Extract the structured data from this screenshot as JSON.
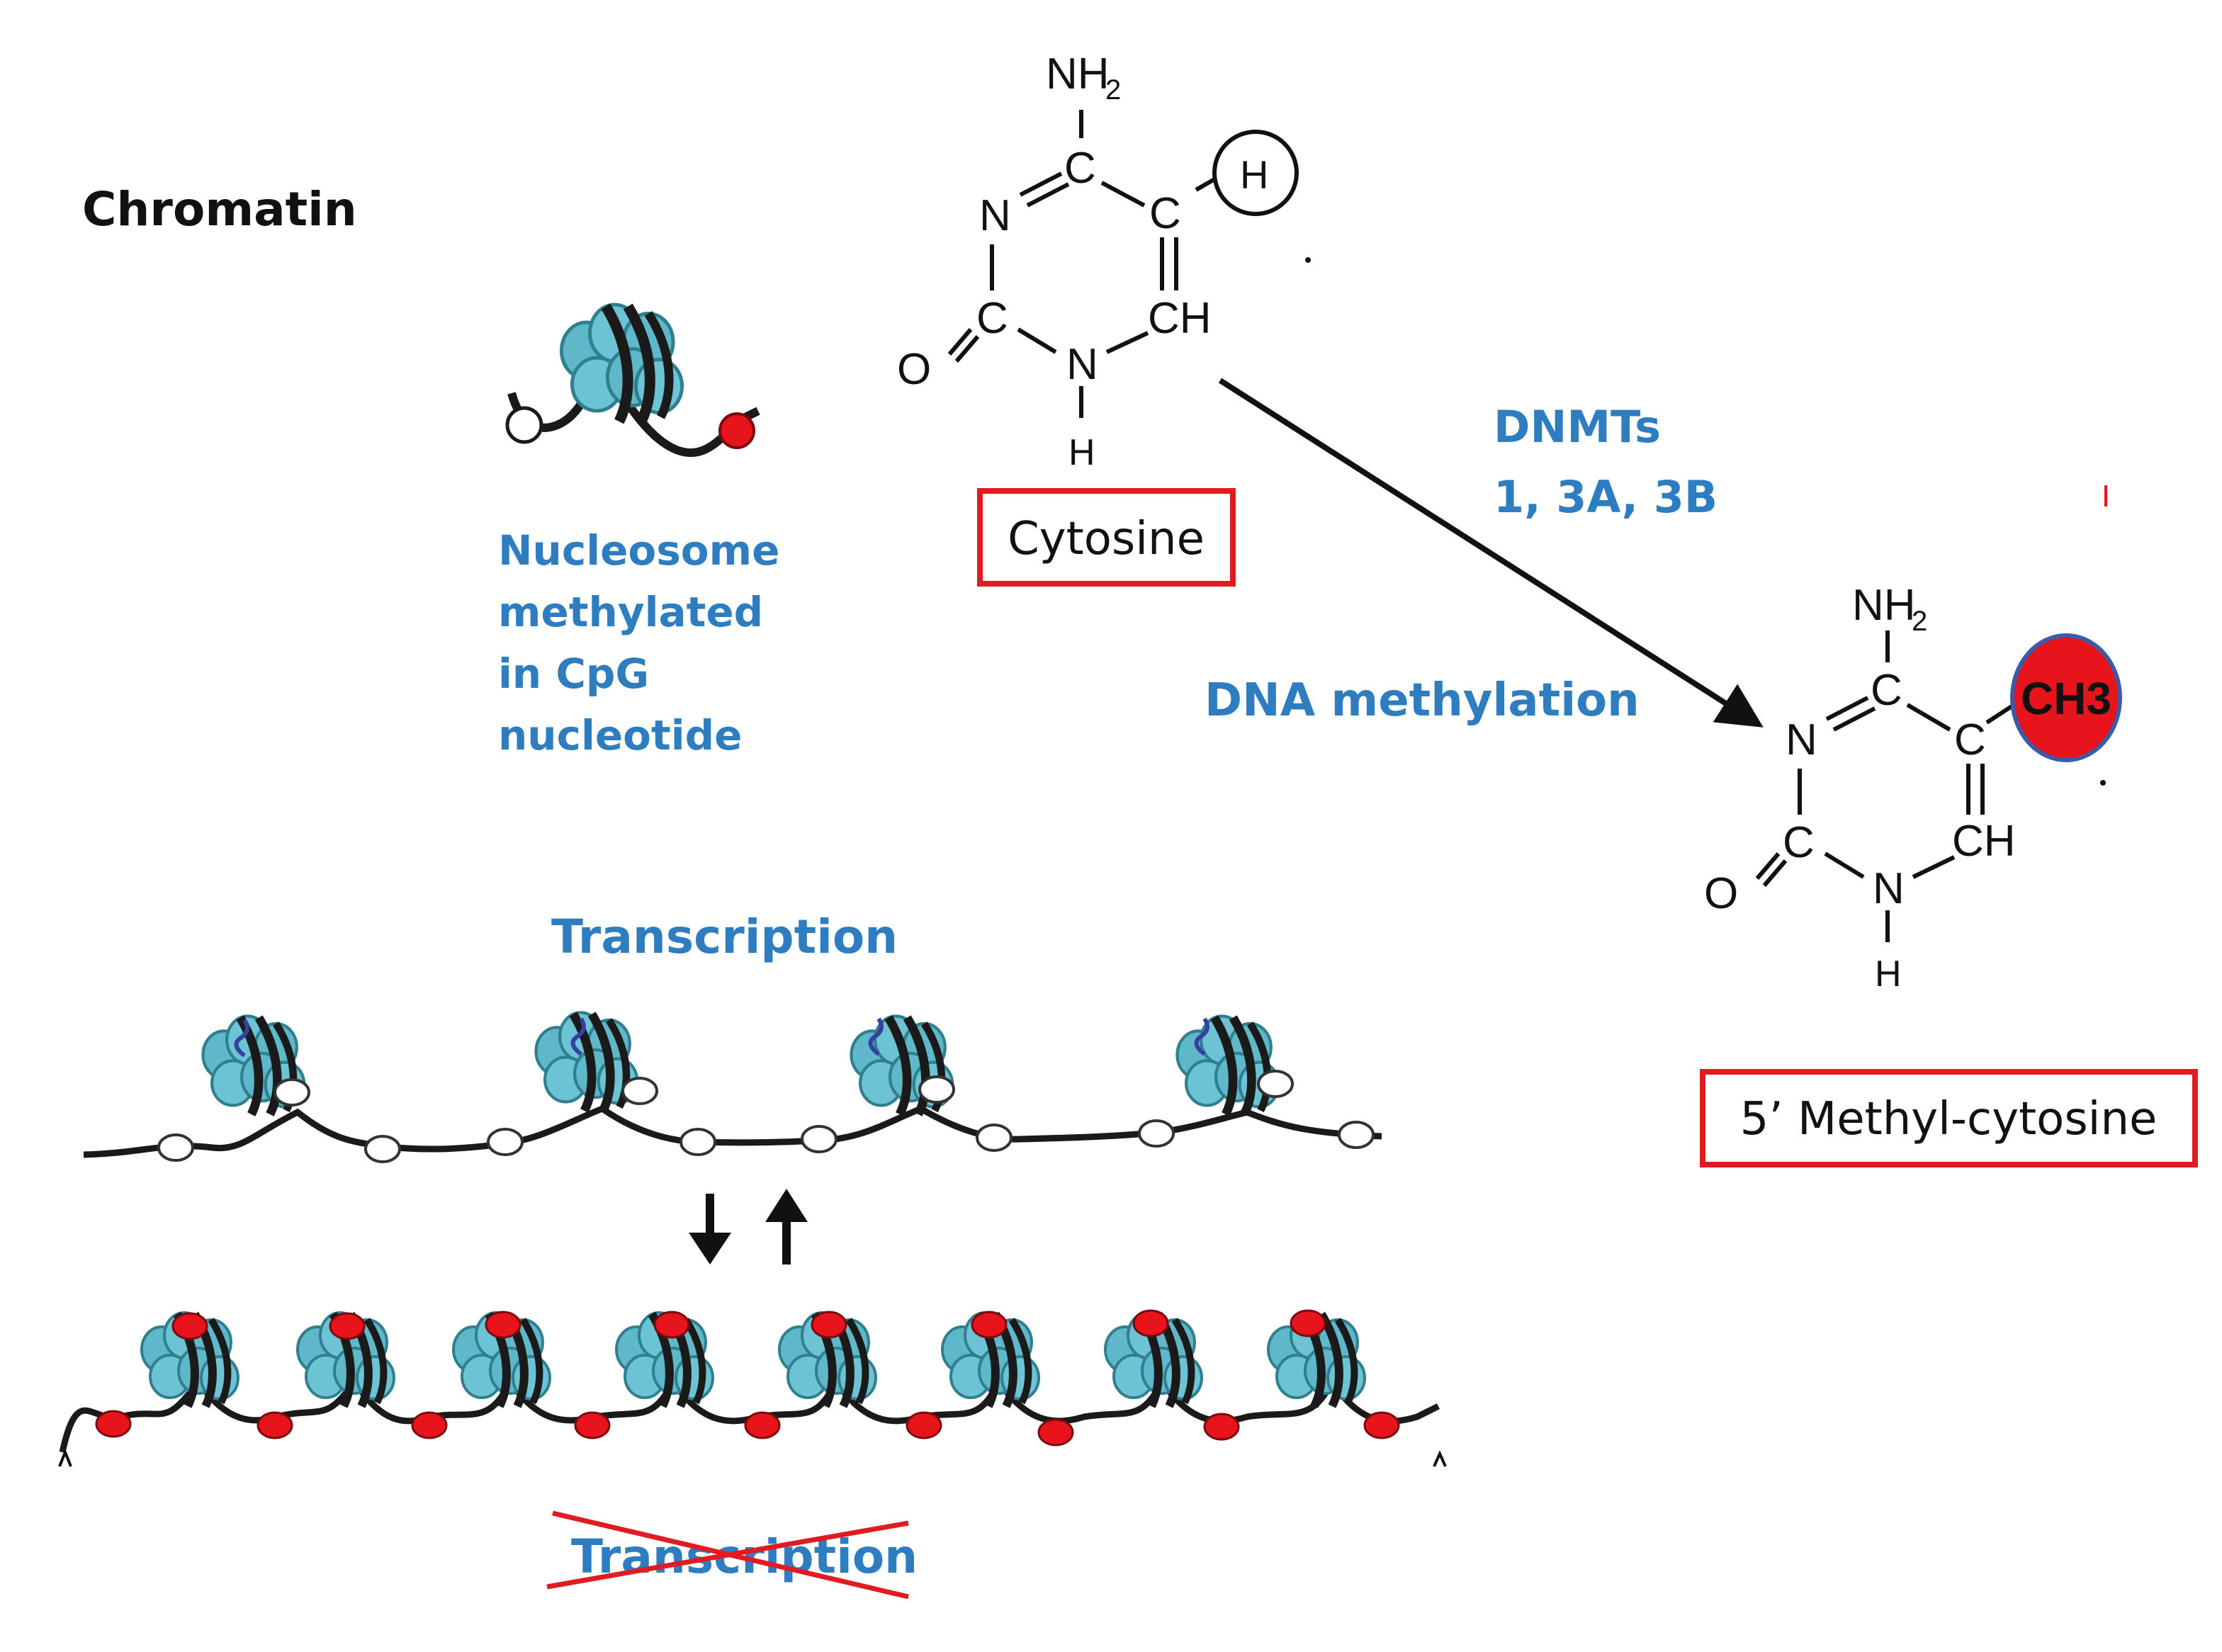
{
  "title": "Chromatin",
  "nucleosome_label": [
    "Nucleosome",
    "methylated",
    "in CpG",
    "nucleotide"
  ],
  "cytosine": {
    "name": "Cytosine",
    "atoms": {
      "amine": "NH",
      "amine_sub": "2",
      "c4": "C",
      "c5": "C",
      "h5": "H",
      "n3": "N",
      "c2": "C",
      "o2": "O",
      "n1": "N",
      "h1": "H",
      "c6": "CH"
    }
  },
  "methylcytosine": {
    "name": "5’ Methyl-cytosine",
    "methyl_group": "CH3",
    "atoms": {
      "amine": "NH",
      "amine_sub": "2",
      "c4": "C",
      "c5": "C",
      "n3": "N",
      "c2": "C",
      "o2": "O",
      "n1": "N",
      "h1": "H",
      "c6": "CH"
    }
  },
  "enzyme": {
    "line1": "DNMTs",
    "line2": "1, 3A, 3B"
  },
  "process_label": "DNA methylation",
  "transcription_active": "Transcription",
  "transcription_blocked": "Transcription",
  "colors": {
    "label_blue": "#2e7dc0",
    "box_red": "#e01b22",
    "methyl_red": "#e8141c",
    "methyl_ring": "#3b5aa8",
    "histone": "#5fb8c9"
  }
}
